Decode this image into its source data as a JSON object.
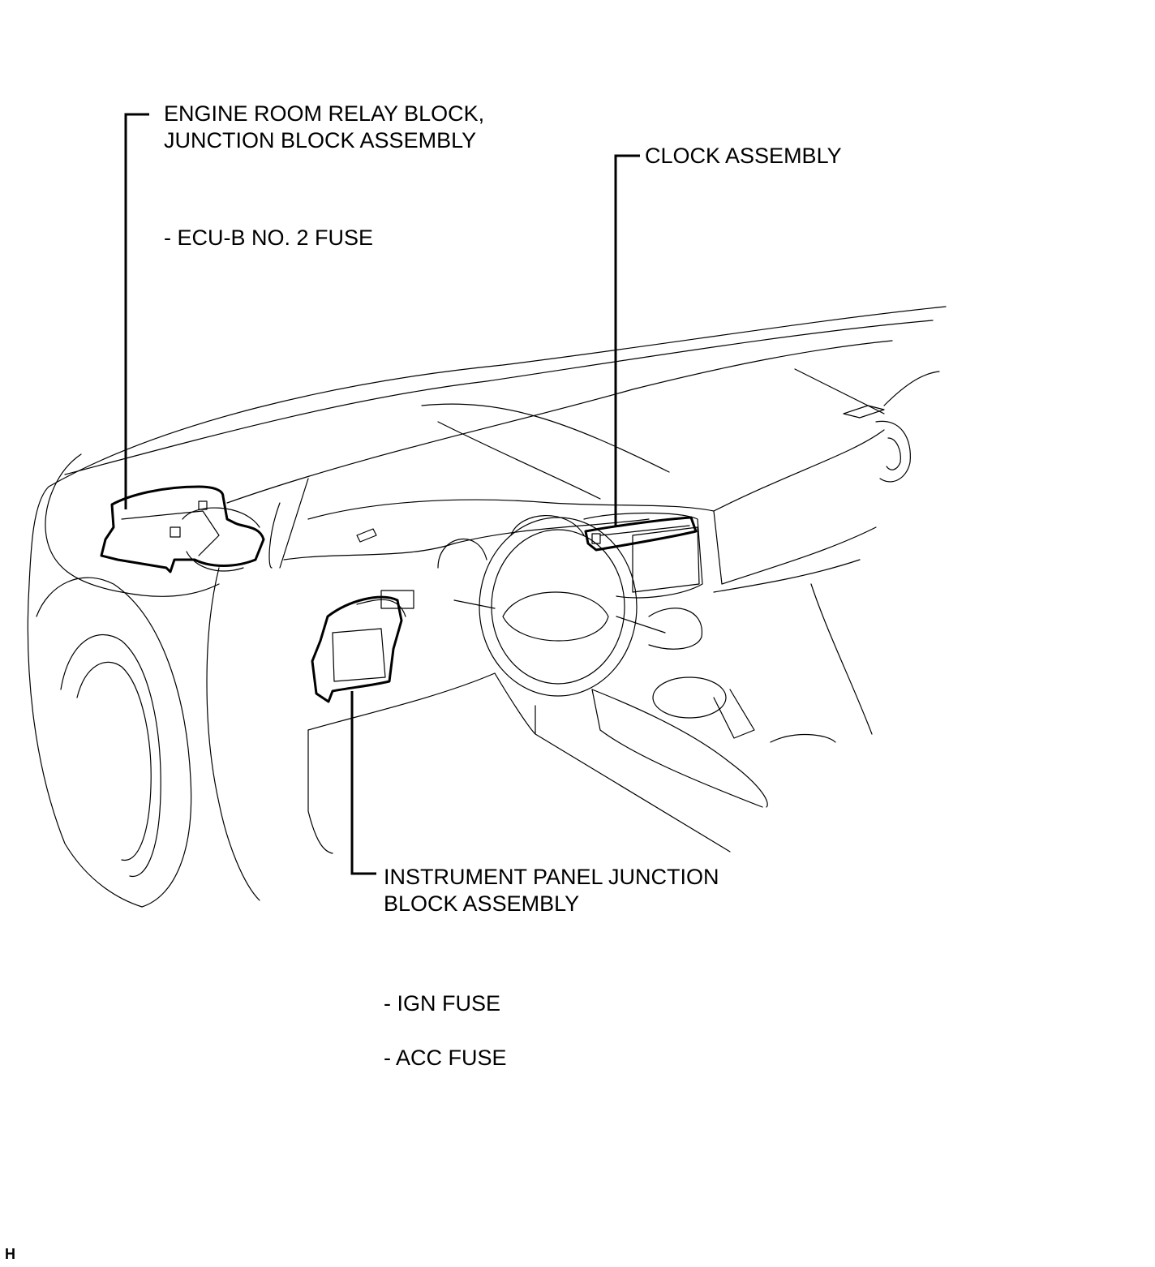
{
  "labels": {
    "engine_room_line1": "ENGINE ROOM RELAY BLOCK,",
    "engine_room_line2": "JUNCTION BLOCK ASSEMBLY",
    "ecu_b_fuse": "- ECU-B NO. 2 FUSE",
    "clock": "CLOCK ASSEMBLY",
    "instrument_panel_line1": "INSTRUMENT PANEL JUNCTION",
    "instrument_panel_line2": "BLOCK ASSEMBLY",
    "ign_fuse": "- IGN FUSE",
    "acc_fuse": "- ACC FUSE"
  },
  "corner_mark": "H"
}
